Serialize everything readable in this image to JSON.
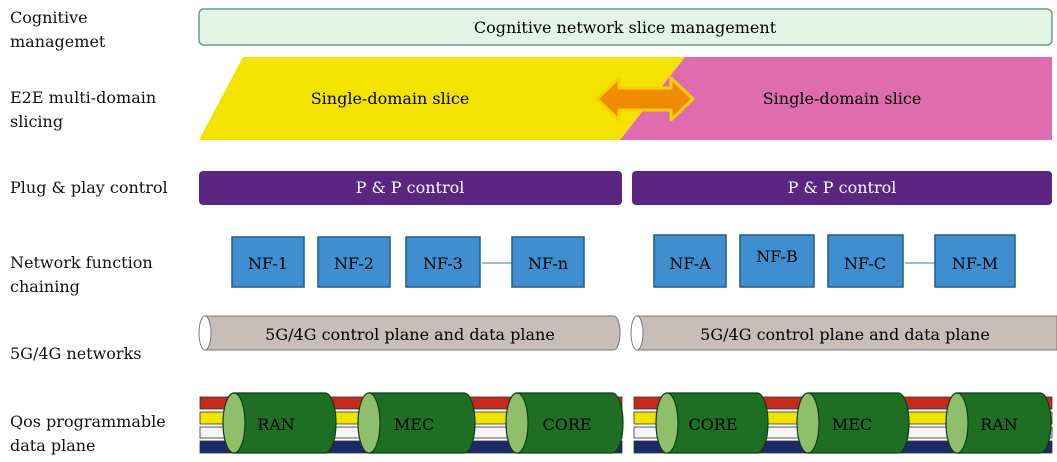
{
  "layer_labels": {
    "cognitive": "Cognitive\nmanagemet",
    "e2e": "E2E multi-domain\nslicing",
    "pnp": "Plug & play control",
    "nfc": "Network function\nchaining",
    "net": "5G/4G networks",
    "qos": "Qos programmable\ndata plane"
  },
  "cognitive_bar": "Cognitive network slice management",
  "slices": {
    "left": "Single-domain slice",
    "right": "Single-domain slice"
  },
  "pnp": {
    "left": "P & P control",
    "right": "P & P control"
  },
  "nf": {
    "left": [
      "NF-1",
      "NF-2",
      "NF-3",
      "NF-n"
    ],
    "right": [
      "NF-A",
      "NF-B",
      "NF-C",
      "NF-M"
    ]
  },
  "planes": {
    "left": "5G/4G control plane and data plane",
    "right": "5G/4G control plane and data plane"
  },
  "dataplane": {
    "left": [
      "RAN",
      "MEC",
      "CORE"
    ],
    "right": [
      "CORE",
      "MEC",
      "RAN"
    ]
  },
  "colors": {
    "cognitive_fill": "#e2f5e6",
    "cognitive_stroke": "#6a9d8a",
    "slice_left": "#f2e400",
    "slice_right": "#e06cb0",
    "arrow": "#f08a00",
    "pnp": "#5a2682",
    "nf_fill": "#3f8fd0",
    "nf_stroke": "#1e5b8f",
    "pipe": "#c9bdb8",
    "cyl_body": "#1e6f24",
    "cyl_face": "#8fbf6a",
    "wire_colors": [
      "#c42a1a",
      "#f2e400",
      "#f4f4f4",
      "#1b2a66"
    ]
  }
}
